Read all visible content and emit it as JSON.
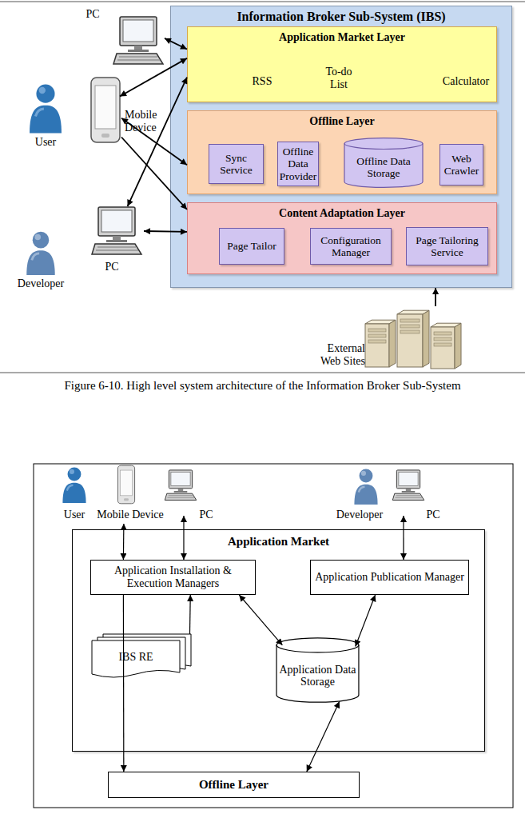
{
  "diagram": {
    "caption": "Figure 6-10. High level system architecture of the Information Broker Sub-System",
    "nodes": [
      {
        "text": [
          "PC"
        ]
      },
      {
        "text": [
          "User"
        ]
      },
      {
        "text": [
          "Mobile Device"
        ]
      },
      {
        "text": [
          "PC"
        ]
      },
      {
        "text": [
          "Developer"
        ]
      },
      {
        "text": [
          "Information Broker Sub-System (IBS)"
        ]
      },
      {
        "text": [
          "Application Market Layer"
        ],
        "in": 5
      },
      {
        "text": [
          "Offline Layer"
        ],
        "in": 5
      },
      {
        "text": [
          "Sync Service"
        ],
        "in": 7
      },
      {
        "text": [
          "Offline Data Provider"
        ],
        "in": 7
      },
      {
        "text": [
          "Offline Data Storage"
        ],
        "in": 7
      },
      {
        "text": [
          "Web Crawler"
        ],
        "in": 7
      },
      {
        "text": [
          "Content Adaptation Layer"
        ],
        "in": 5
      },
      {
        "text": [
          "Page Tailor"
        ],
        "in": 12
      },
      {
        "text": [
          "Configuration Manager"
        ],
        "in": 12
      },
      {
        "text": [
          "Page Tailoring Service"
        ],
        "in": 12
      },
      {
        "text": [
          "External Web Sites"
        ]
      },
      {
        "text": [
          "User"
        ]
      },
      {
        "text": [
          "Mobile Device"
        ]
      },
      {
        "text": [
          "PC"
        ]
      },
      {
        "text": [
          "Developer"
        ]
      },
      {
        "text": [
          "PC"
        ]
      },
      {
        "text": [
          "Application Market"
        ]
      },
      {
        "text": [
          "Application Installation & Execution Managers"
        ],
        "in": 22
      },
      {
        "text": [
          "Application Publication Manager"
        ],
        "in": 22
      },
      {
        "text": [
          "IBS RE"
        ],
        "in": 22
      },
      {
        "text": [
          "Application Data Storage"
        ],
        "in": 22
      },
      {
        "text": [
          "Offline Layer"
        ]
      }
    ],
    "edges": [
      {
        "from": 0,
        "to": 6,
        "arrow": "both"
      },
      {
        "from": 2,
        "to": 6,
        "arrow": "both"
      },
      {
        "from": 2,
        "to": 7,
        "arrow": "both"
      },
      {
        "from": 2,
        "to": 12,
        "arrow": "to"
      },
      {
        "from": 3,
        "to": 6,
        "arrow": "both"
      },
      {
        "from": 3,
        "to": 12,
        "arrow": "both"
      },
      {
        "from": 16,
        "to": 5,
        "arrow": "to"
      },
      {
        "from": 18,
        "to": 23,
        "arrow": "both"
      },
      {
        "from": 19,
        "to": 23,
        "arrow": "both"
      },
      {
        "from": 21,
        "to": 24,
        "arrow": "both"
      },
      {
        "from": 23,
        "to": 26,
        "arrow": "both"
      },
      {
        "from": 24,
        "to": 26,
        "arrow": "both"
      },
      {
        "from": 25,
        "to": 23,
        "arrow": "to"
      },
      {
        "from": 23,
        "to": 27,
        "arrow": "to"
      },
      {
        "from": 26,
        "to": 27,
        "arrow": "both"
      }
    ],
    "labels": [
      "RSS",
      "To-do List",
      "Calculator"
    ]
  }
}
